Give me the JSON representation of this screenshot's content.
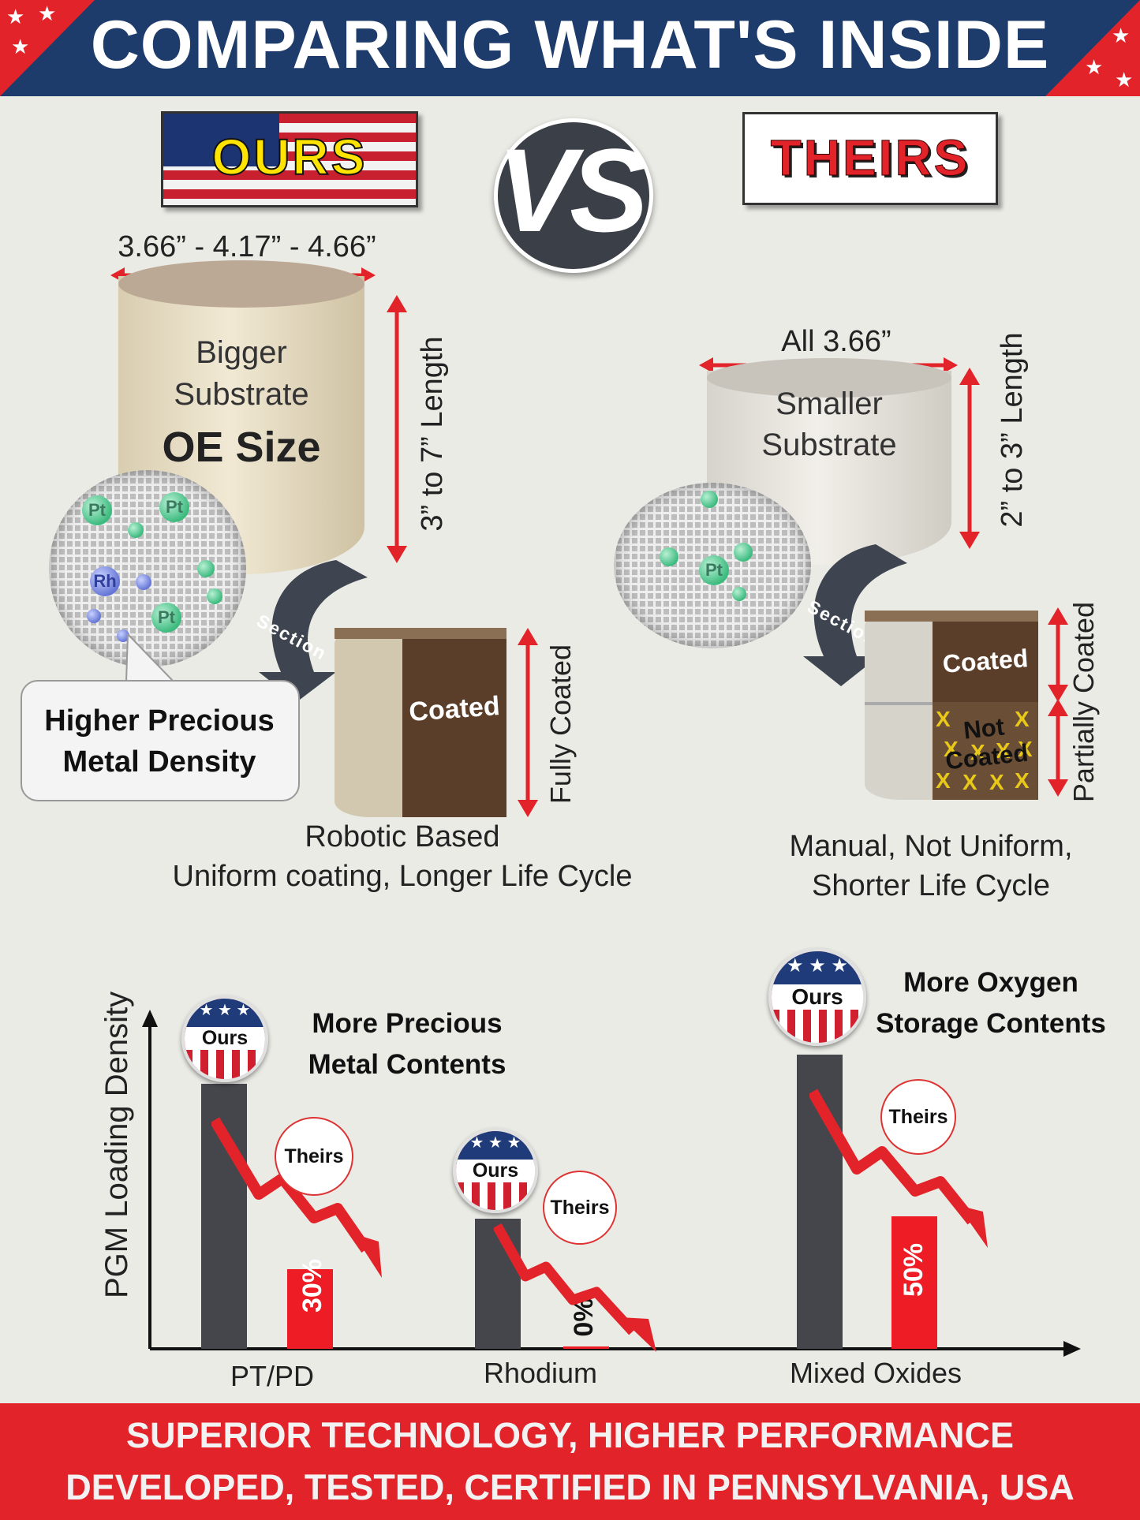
{
  "header": {
    "title": "COMPARING WHAT'S INSIDE"
  },
  "badges": {
    "ours": "OURS",
    "vs": "VS",
    "theirs": "THEIRS"
  },
  "ours_side": {
    "diameter": "3.66” - 4.17” - 4.66”",
    "substrate_line1": "Bigger",
    "substrate_line2": "Substrate",
    "substrate_line3": "OE Size",
    "length": "3” to 7” Length",
    "section_label": "Section",
    "coated_label": "Coated",
    "coating_extent": "Fully Coated",
    "density_callout_line1": "Higher Precious",
    "density_callout_line2": "Metal Density",
    "caption_line1": "Robotic  Based",
    "caption_line2": "Uniform coating, Longer Life Cycle",
    "particles": {
      "pt": "Pt",
      "rh": "Rh"
    }
  },
  "theirs_side": {
    "diameter": "All 3.66”",
    "substrate_line1": "Smaller",
    "substrate_line2": "Substrate",
    "length": "2” to 3” Length",
    "section_label": "Section",
    "coated_label": "Coated",
    "not_coated_line1": "Not",
    "not_coated_line2": "Coated",
    "coating_extent": "Partially Coated",
    "caption_line1": "Manual, Not Uniform,",
    "caption_line2": "Shorter Life Cycle",
    "particles": {
      "pt": "Pt"
    },
    "x_mark": "X"
  },
  "chart": {
    "pin_label": "Ours",
    "theirs_label": "Theirs",
    "note_left_line1": "More Precious",
    "note_left_line2": "Metal Contents",
    "note_right_line1": "More Oxygen",
    "note_right_line2": "Storage Contents"
  },
  "chart_data": {
    "type": "bar",
    "ylabel": "PGM Loading Density",
    "categories": [
      "PT/PD",
      "Rhodium",
      "Mixed Oxides"
    ],
    "series": [
      {
        "name": "Ours",
        "values": [
          100,
          49,
          111
        ]
      },
      {
        "name": "Theirs",
        "values": [
          30,
          0,
          50
        ]
      }
    ],
    "theirs_labels": [
      "30%",
      "0%",
      "50%"
    ],
    "ylim": [
      0,
      125
    ],
    "colors": {
      "ours": "#45464c",
      "theirs": "#ee1c24"
    }
  },
  "footer": {
    "line1": "SUPERIOR TECHNOLOGY, HIGHER PERFORMANCE",
    "line2": "DEVELOPED, TESTED, CERTIFIED IN PENNSYLVANIA, USA"
  },
  "colors": {
    "navy": "#1d3c6b",
    "red": "#e2232a",
    "brown": "#5a3e2a",
    "beige": "#e6dcc3"
  }
}
